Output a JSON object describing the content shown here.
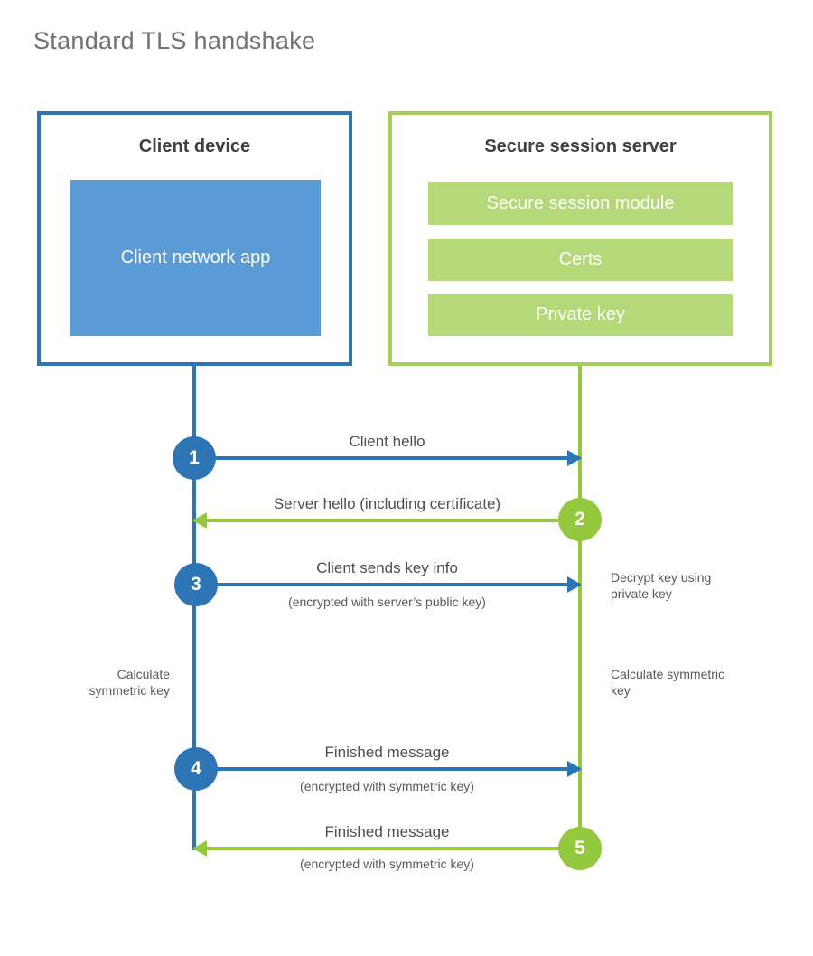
{
  "title": "Standard TLS handshake",
  "colors": {
    "blue": "#2e75b5",
    "blue_fill": "#5b9bd5",
    "green": "#94c83e",
    "green_border": "#a3d05c",
    "green_fill": "#b5d878",
    "heading_text": "#3f4042",
    "label_text": "#58595b",
    "title_text": "#6f7174"
  },
  "client_box": {
    "title": "Client device",
    "module": "Client network app"
  },
  "server_box": {
    "title": "Secure session server",
    "modules": [
      "Secure session module",
      "Certs",
      "Private key"
    ]
  },
  "messages": [
    {
      "num": "1",
      "label": "Client hello",
      "sub": "",
      "from": "client",
      "direction": "right"
    },
    {
      "num": "2",
      "label": "Server hello (including certificate)",
      "sub": "",
      "from": "server",
      "direction": "left"
    },
    {
      "num": "3",
      "label": "Client sends key info",
      "sub": "(encrypted with server’s public key)",
      "from": "client",
      "direction": "right"
    },
    {
      "num": "4",
      "label": "Finished message",
      "sub": "(encrypted with symmetric key)",
      "from": "client",
      "direction": "right"
    },
    {
      "num": "5",
      "label": "Finished message",
      "sub": "(encrypted with symmetric key)",
      "from": "server",
      "direction": "left"
    }
  ],
  "annotations": [
    {
      "text": "Decrypt key using private key",
      "side": "right"
    },
    {
      "text": "Calculate symmetric key",
      "side": "left"
    },
    {
      "text": "Calculate symmetric key",
      "side": "right"
    }
  ]
}
